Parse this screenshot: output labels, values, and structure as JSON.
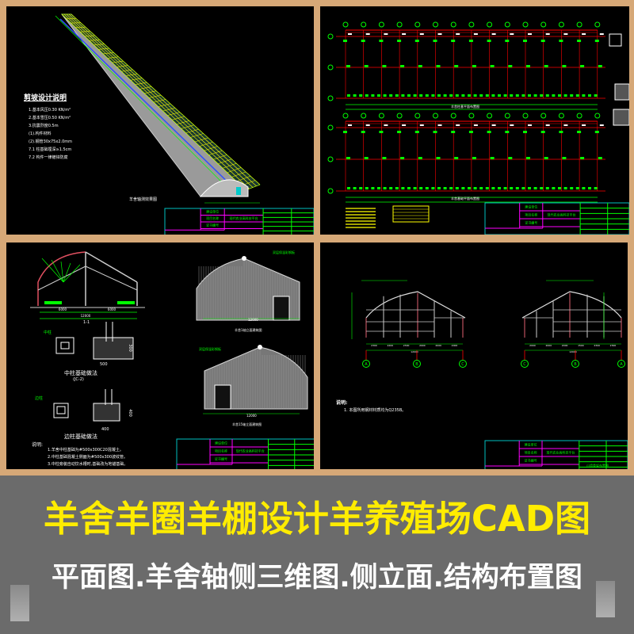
{
  "colors": {
    "background": "#d6a877",
    "banner": "#6b6b6b",
    "title": "#ffec00",
    "subtitle": "#ffffff",
    "cad_bg": "#000000",
    "cad_green": "#00ff00",
    "cad_red": "#ff0000",
    "cad_yellow": "#ffff00",
    "cad_magenta": "#ff00ff",
    "cad_cyan": "#00c0c0"
  },
  "banner": {
    "title": "羊舍羊圈羊棚设计羊养殖场CAD图",
    "subtitle": "平面图.羊舍轴侧三维图.侧立面.结构布置图"
  },
  "panel_axonometric": {
    "notes_title": "剪坡设计说明",
    "notes": [
      "1.基本风压0.30 KN/m²",
      "2.基本雪压0.50 KN/m²",
      "3.抗震烈度0.5m",
      "(1).构件材料",
      "(2).钢管30x75x2.0mm",
      "7.1 柱基础埋深≥1.5cm",
      "7.2 构件一律镀锌防腐"
    ],
    "view_label": "羊舍轴测效果图"
  },
  "panel_plan": {
    "label_upper": "羊舍柱基平面布置图",
    "label_lower": "羊舍基础平面布置图"
  },
  "panel_section": {
    "section_label": "1-1",
    "dims": [
      "6000",
      "12000",
      "6000"
    ],
    "middle_column": {
      "title": "中柱基础做法",
      "code": "(JC-2)",
      "width": "500",
      "height": "300",
      "tag": "中柱"
    },
    "side_column": {
      "title": "边柱基础做法",
      "width": "400",
      "height": "400",
      "tag": "边柱"
    },
    "elev1": {
      "label": "羊舍1轴立面建筑图",
      "dim": "12000",
      "tag": "双层保温彩钢板"
    },
    "elev2": {
      "label": "羊舍15轴立面建筑图",
      "dim": "12000",
      "tag": "双层保温彩钢板"
    },
    "notes_title": "说明:",
    "notes": [
      "1.羊舍中柱基础为#500x300C20混凝土。",
      "2.中柱基础混凝土侧面为#500x300波纹管。",
      "3.中柱旁装自动饮水槽时,基础改为地锚基础。"
    ]
  },
  "panel_frame": {
    "left_dims": [
      "2300",
      "2200",
      "2300",
      "2000",
      "2000",
      "2000"
    ],
    "right_dims": [
      "2000",
      "2000",
      "2000",
      "1500",
      "2300",
      "2300"
    ],
    "total": "12000",
    "axes_left": [
      "A",
      "B",
      "C"
    ],
    "axes_right": [
      "C",
      "B",
      "A"
    ],
    "notes_title": "说明:",
    "notes": [
      "1. 本图所用钢材材质均为Q235B。"
    ],
    "sheet_title": "山墙骨架布置图"
  },
  "title_block": {
    "rows": [
      "建设单位",
      "项目名称",
      "证书编号"
    ],
    "project": "现代农业高科技平台"
  }
}
